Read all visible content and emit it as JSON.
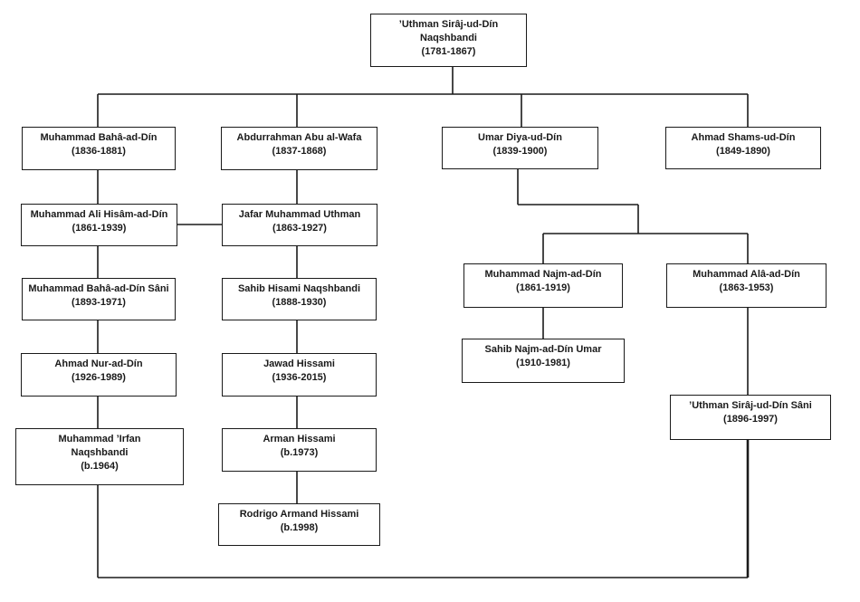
{
  "tree": {
    "nodes": [
      {
        "id": "uthman-1",
        "lines": [
          "’Uthman Sirâj-ud-Dín",
          "Naqshbandi",
          "(1781-1867)"
        ]
      },
      {
        "id": "bahauddin-1",
        "lines": [
          "Muhammad Bahâ-ad-Dín",
          "(1836-1881)"
        ]
      },
      {
        "id": "abdurrahman",
        "lines": [
          "Abdurrahman Abu al-Wafa",
          "(1837-1868)"
        ]
      },
      {
        "id": "umar-diya",
        "lines": [
          "Umar Diya-ud-Dín",
          "(1839-1900)"
        ]
      },
      {
        "id": "ahmad-shams",
        "lines": [
          "Ahmad Shams-ud-Dín",
          "(1849-1890)"
        ]
      },
      {
        "id": "ali-hisam",
        "lines": [
          "Muhammad Ali Hisâm-ad-Dín",
          "(1861-1939)"
        ]
      },
      {
        "id": "jafar",
        "lines": [
          "Jafar Muhammad Uthman",
          "(1863-1927)"
        ]
      },
      {
        "id": "najm",
        "lines": [
          "Muhammad Najm-ad-Dín",
          "(1861-1919)"
        ]
      },
      {
        "id": "ala",
        "lines": [
          "Muhammad Alâ-ad-Dín",
          "(1863-1953)"
        ]
      },
      {
        "id": "bahauddin-2",
        "lines": [
          "Muhammad Bahâ-ad-Dín Sâni",
          "(1893-1971)"
        ]
      },
      {
        "id": "sahib-hisami",
        "lines": [
          "Sahib Hisami Naqshbandi",
          "(1888-1930)"
        ]
      },
      {
        "id": "sahib-najm",
        "lines": [
          "Sahib Najm-ad-Dín Umar",
          "(1910-1981)"
        ]
      },
      {
        "id": "ahmad-nur",
        "lines": [
          "Ahmad Nur-ad-Dín",
          "(1926-1989)"
        ]
      },
      {
        "id": "jawad",
        "lines": [
          "Jawad Hissami",
          "(1936-2015)"
        ]
      },
      {
        "id": "uthman-2",
        "lines": [
          "’Uthman Sirâj-ud-Dín Sâni",
          "(1896-1997)"
        ]
      },
      {
        "id": "irfan",
        "lines": [
          "Muhammad ’Irfan",
          "Naqshbandi",
          "(b.1964)"
        ]
      },
      {
        "id": "arman",
        "lines": [
          "Arman Hissami",
          "(b.1973)"
        ]
      },
      {
        "id": "rodrigo",
        "lines": [
          "Rodrigo Armand Hissami",
          "(b.1998)"
        ]
      }
    ]
  }
}
